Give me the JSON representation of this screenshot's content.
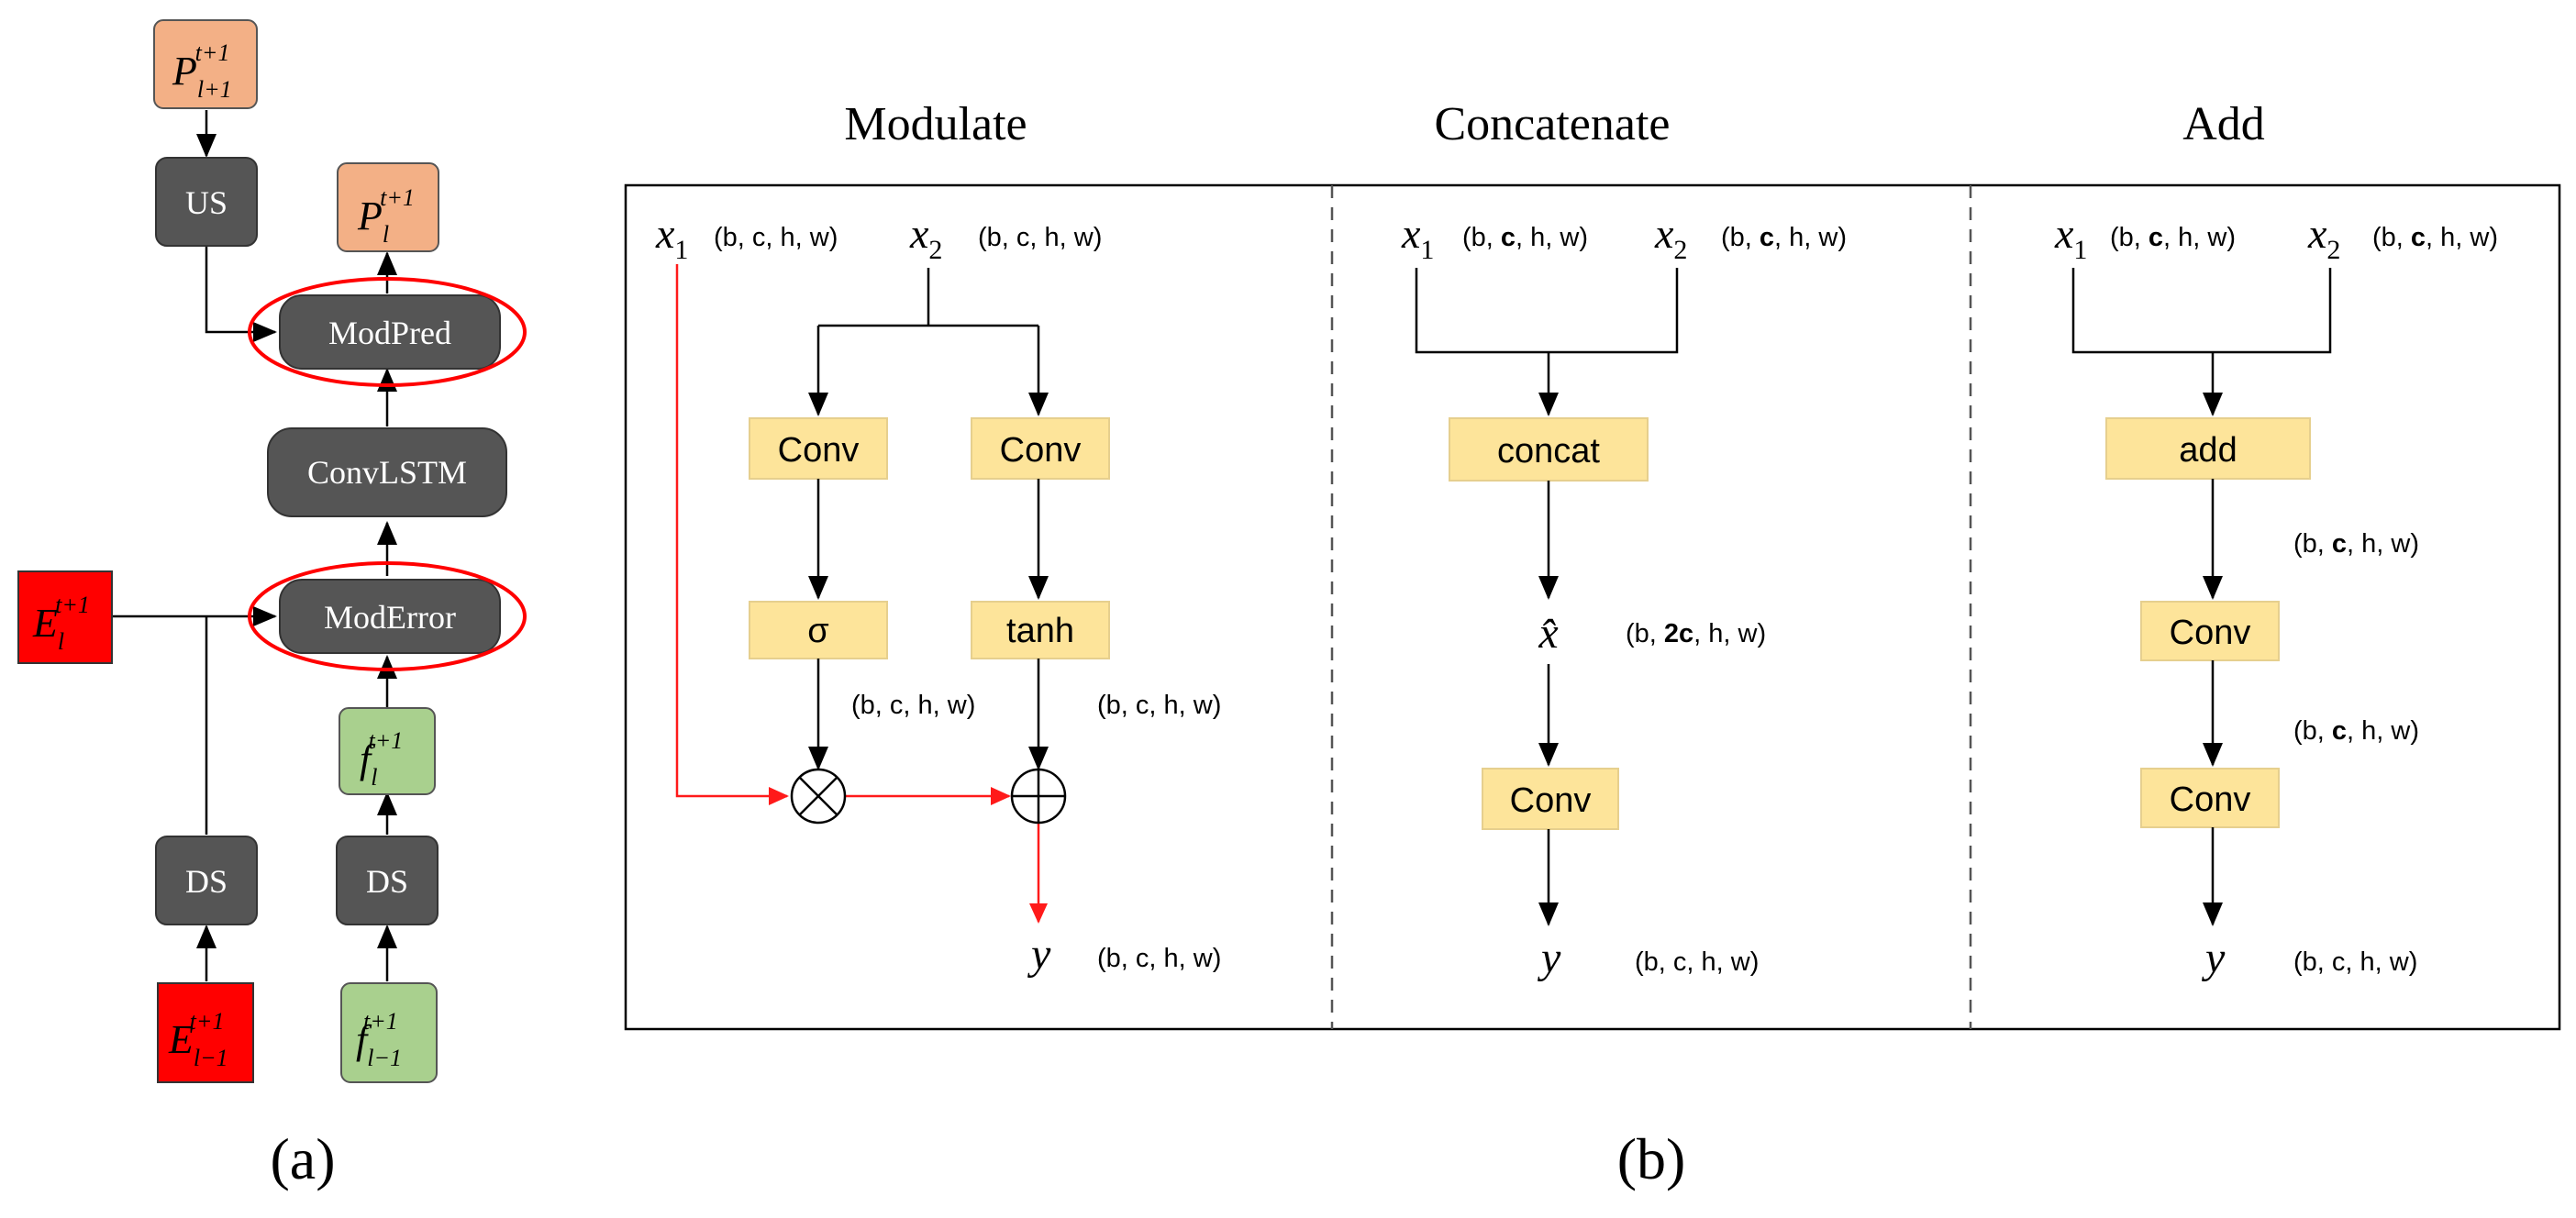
{
  "panel_a": {
    "caption": "(a)",
    "nodes": {
      "us": "US",
      "ds_left": "DS",
      "ds_right": "DS",
      "convlstm": "ConvLSTM",
      "modpred": "ModPred",
      "moderror": "ModError"
    },
    "math_nodes": {
      "p_next": {
        "base": "P",
        "sub": "l+1",
        "sup": "t+1"
      },
      "p_cur": {
        "base": "P",
        "sub": "l",
        "sup": "t+1"
      },
      "e_cur": {
        "base": "E",
        "sub": "l",
        "sup": "t+1"
      },
      "f_cur": {
        "base": "f",
        "sub": "l",
        "sup": "t+1"
      },
      "e_prev": {
        "base": "E",
        "sub": "l−1",
        "sup": "t+1"
      },
      "f_prev": {
        "base": "f",
        "sub": "l−1",
        "sup": "t+1"
      }
    }
  },
  "panel_b": {
    "caption": "(b)",
    "sections": {
      "modulate": {
        "title": "Modulate",
        "x1": {
          "base": "x",
          "sub": "1"
        },
        "x2": {
          "base": "x",
          "sub": "2"
        },
        "x1_dim": "(b, c, h, w)",
        "x2_dim": "(b, c, h, w)",
        "conv_left": "Conv",
        "conv_right": "Conv",
        "sigma": "σ",
        "tanh": "tanh",
        "dim_left": "(b, c, h, w)",
        "dim_right": "(b, c, h, w)",
        "multiply": "⊗",
        "plus": "⊕",
        "y": "y",
        "y_dim": "(b, c, h, w)"
      },
      "concatenate": {
        "title": "Concatenate",
        "x1": {
          "base": "x",
          "sub": "1"
        },
        "x2": {
          "base": "x",
          "sub": "2"
        },
        "x1_dim": [
          "(b, ",
          "c",
          ", h, w)"
        ],
        "x2_dim": [
          "(b, ",
          "c",
          ", h, w)"
        ],
        "concat": "concat",
        "xhat": "x̂",
        "xhat_dim": [
          "(b, ",
          "2c",
          ", h, w)"
        ],
        "conv": "Conv",
        "y": "y",
        "y_dim": "(b, c, h, w)"
      },
      "add": {
        "title": "Add",
        "x1": {
          "base": "x",
          "sub": "1"
        },
        "x2": {
          "base": "x",
          "sub": "2"
        },
        "x1_dim": [
          "(b, ",
          "c",
          ", h, w)"
        ],
        "x2_dim": [
          "(b, ",
          "c",
          ", h, w)"
        ],
        "add": "add",
        "dim_after_add": [
          "(b, ",
          "c",
          ", h, w)"
        ],
        "conv1": "Conv",
        "dim_after_conv1": [
          "(b, ",
          "c",
          ", h, w)"
        ],
        "conv2": "Conv",
        "y": "y",
        "y_dim": "(b, c, h, w)"
      }
    }
  },
  "colors": {
    "highlight_red": "#ff0000",
    "op_fill": "#fde49a",
    "dark_node": "#555555",
    "orange_node": "#f3b086",
    "green_node": "#a9d08e"
  }
}
